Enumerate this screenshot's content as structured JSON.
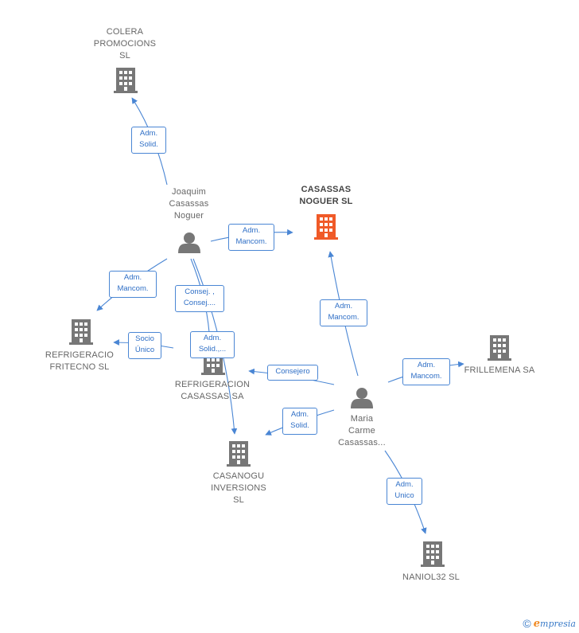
{
  "colors": {
    "company": "#777777",
    "focus_company": "#f05a28",
    "person": "#777777",
    "edge": "#4a86d4"
  },
  "nodes": {
    "colera": {
      "label": "COLERA\nPROMOCIONS\nSL",
      "icon": "building-icon"
    },
    "casassas": {
      "label": "CASASSAS\nNOGUER  SL",
      "icon": "building-icon"
    },
    "joaquim": {
      "label": "Joaquim\nCasassas\nNoguer",
      "icon": "person-icon"
    },
    "refrig_fritecno": {
      "label": "REFRIGERACIO\nFRITECNO  SL",
      "icon": "building-icon"
    },
    "refrig_casassas": {
      "label": "REFRIGERACION\nCASASSAS SA",
      "icon": "building-icon"
    },
    "frillemena": {
      "label": "FRILLEMENA SA",
      "icon": "building-icon"
    },
    "casanogu": {
      "label": "CASANOGU\nINVERSIONS\nSL",
      "icon": "building-icon"
    },
    "maria": {
      "label": "Maria\nCarme\nCasassas...",
      "icon": "person-icon"
    },
    "naniol": {
      "label": "NANIOL32  SL",
      "icon": "building-icon"
    }
  },
  "edges": {
    "e1": "Adm.\nSolid.",
    "e2": "Adm.\nMancom.",
    "e3": "Adm.\nMancom.",
    "e4": "Consej. ,\nConsej....",
    "e5": "Adm.\nSolid.,...",
    "e6": "Socio\nÚnico",
    "e7": "Adm.\nMancom.",
    "e8": "Consejero",
    "e9": "Adm.\nMancom.",
    "e10": "Adm.\nSolid.",
    "e11": "Adm.\nUnico"
  },
  "footer": {
    "copyright": "©",
    "brand_initial": "e",
    "brand_rest": "mpresia"
  }
}
